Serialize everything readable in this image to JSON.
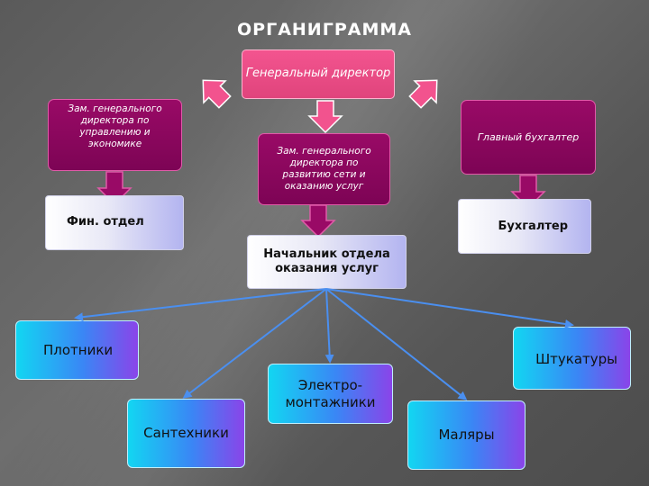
{
  "title": "ОРГАНИГРАММА",
  "nodes": {
    "gen_director": "Генеральный директор",
    "dep_economy": "Зам. генерального директора по управлению и экономике",
    "dep_network": "Зам. генерального директора по развитию сети и оказанию услуг",
    "chief_accountant": "Главный бухгалтер",
    "fin_dept": "Фин. отдел",
    "accountant": "Бухгалтер",
    "head_services": "Начальник отдела оказания услуг",
    "carpenters": "Плотники",
    "plasterers": "Штукатуры",
    "electricians": "Электро-монтажники",
    "plumbers": "Сантехники",
    "painters": "Маляры"
  },
  "colors": {
    "top_box": "#f3548f",
    "deputy_box": "#990a66",
    "arrow_pink": "#f2538e",
    "arrow_purple": "#990a66",
    "connector": "#4a8ff0"
  },
  "icons": [
    "arrow-down-icon",
    "arrow-diagonal-icon"
  ]
}
